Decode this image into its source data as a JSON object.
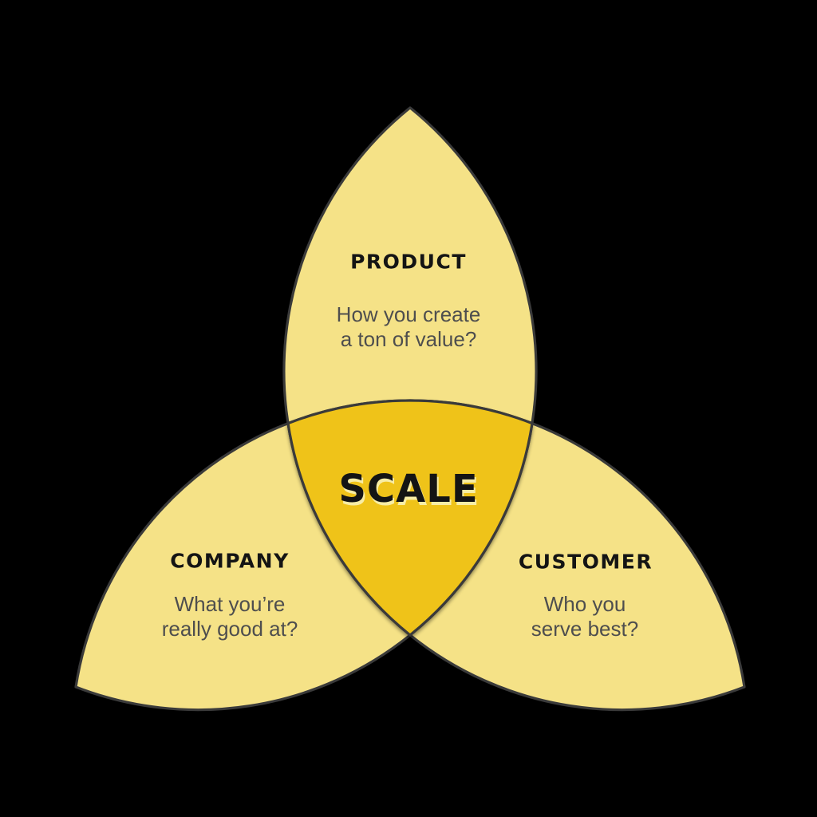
{
  "diagram": {
    "type": "venn-trefoil",
    "colors": {
      "background": "#000000",
      "petal": "#F5E287",
      "center": "#EFC319",
      "stroke": "#3A3A3A",
      "heading_text": "#141414",
      "body_text": "#4E4E4E",
      "scale_shadow": "#F8EDA5"
    },
    "regions": {
      "product": {
        "label": "PRODUCT",
        "line1": "How you create",
        "line2": "a ton of value?"
      },
      "company": {
        "label": "COMPANY",
        "line1": "What you’re",
        "line2": "really good at?"
      },
      "customer": {
        "label": "CUSTOMER",
        "line1": "Who you",
        "line2": "serve best?"
      },
      "center": {
        "label": "SCALE"
      }
    }
  }
}
